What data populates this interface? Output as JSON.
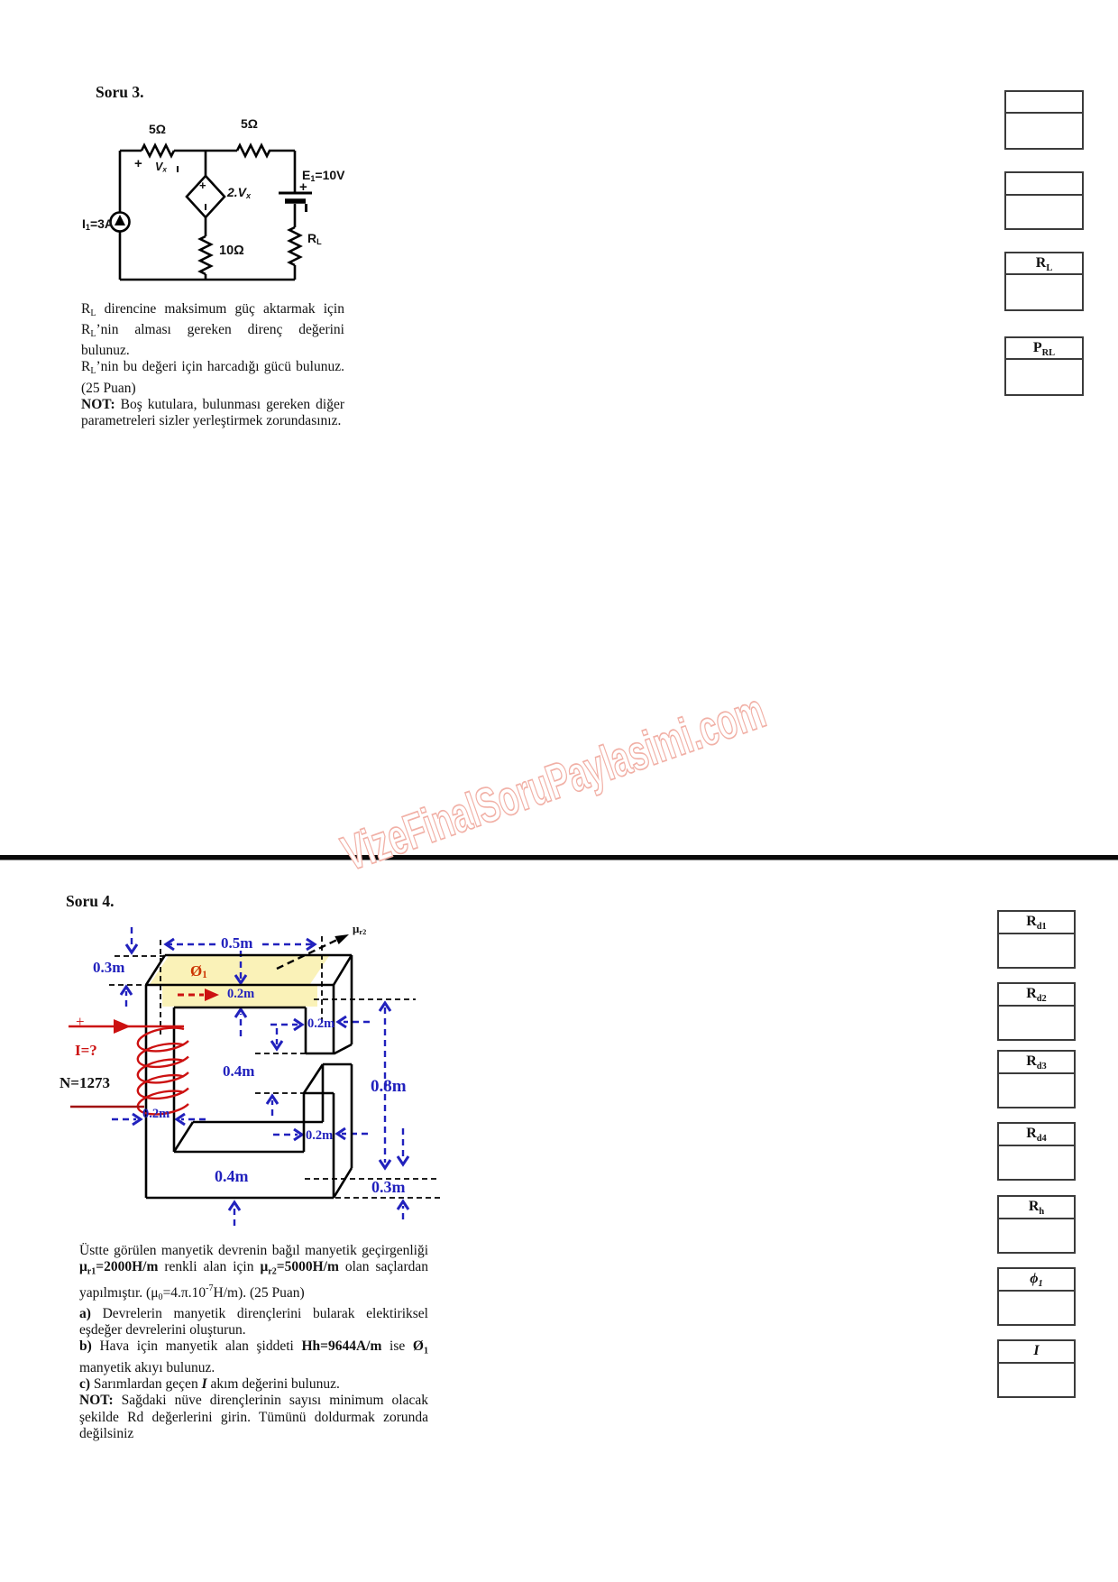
{
  "watermark": "VizeFinalSoruPaylasimi.com",
  "soru3": {
    "title": "Soru 3.",
    "circuit": {
      "r1": "5Ω",
      "r2": "5Ω",
      "vx_plus": "+",
      "vx_m": "V",
      "vx_s": "x",
      "dep_plus": "+",
      "dep_m": "2.V",
      "dep_s": "x",
      "e1_m": "E",
      "e1_s": "1",
      "e1_r": "=10V",
      "bat_plus": "+",
      "i1_m": "I",
      "i1_s": "1",
      "i1_r": "=3A",
      "r3": "10Ω",
      "rl_m": "R",
      "rl_s": "L"
    },
    "lines": [
      [
        "R",
        "L",
        " direncine maksimum güç aktarmak için"
      ],
      [
        "R",
        "L",
        "’nin alması gereken direnç değerini bulunuz."
      ],
      [
        "R",
        "L",
        "’nin bu değeri için harcadığı gücü bulunuz."
      ],
      [
        "(25 Puan)"
      ],
      [
        "NOT:",
        " Boş kutulara, bulunması gereken diğer"
      ],
      [
        "parametreleri sizler yerleştirmek zorundasınız."
      ]
    ],
    "boxes": [
      {
        "m": "",
        "s": ""
      },
      {
        "m": "",
        "s": ""
      },
      {
        "m": "R",
        "s": "L"
      },
      {
        "m": "P",
        "s": "RL"
      }
    ]
  },
  "soru4": {
    "title": "Soru 4.",
    "diagram": {
      "dim03a": "0.3m",
      "dim05": "0.5m",
      "flux_m": "Ø",
      "flux_s": "1",
      "mu_m": "μ",
      "mu_s": "r2",
      "dim02a": "0.2m",
      "dim02b": "0.2m",
      "dim02c": "0.2m",
      "dim02d": "0.2m",
      "dim04a": "0.4m",
      "dim08": "0.8m",
      "dim04b": "0.4m",
      "dim03b": "0.3m",
      "plus": "+",
      "current": "I=?",
      "turns": "N=1273"
    },
    "lines": [
      [
        "Üstte görülen manyetik devrenin bağıl manyetik geçirgenliği"
      ],
      [
        "μ",
        "r1",
        "=2000H/m",
        " renkli alan için ",
        "μ",
        "r2",
        "=5000H/m",
        " olan saçlardan"
      ],
      [
        "yapılmıştır. (μ",
        "0",
        "=4.π.10",
        "-7",
        "H/m). (25 Puan)"
      ],
      [
        "a)",
        " Devrelerin manyetik dirençlerini bularak elektiriksel"
      ],
      [
        "eşdeğer devrelerini oluşturun."
      ],
      [
        "b)",
        " Hava için manyetik alan şiddeti ",
        "Hh=9644A/m",
        " ise ",
        "Ø",
        "1"
      ],
      [
        "manyetik akıyı bulunuz."
      ],
      [
        "c)",
        " Sarımlardan geçen ",
        "I",
        " akım değerini bulunuz."
      ],
      [
        "NOT:",
        " Sağdaki nüve dirençlerinin sayısı minimum olacak"
      ],
      [
        "şekilde Rd değerlerini girin. Tümünü doldurmak zorunda"
      ],
      [
        "değilsiniz"
      ]
    ],
    "boxes": [
      {
        "m": "R",
        "s": "d1"
      },
      {
        "m": "R",
        "s": "d2"
      },
      {
        "m": "R",
        "s": "d3"
      },
      {
        "m": "R",
        "s": "d4"
      },
      {
        "m": "R",
        "s": "h"
      },
      {
        "m": "ϕ",
        "s": "1"
      },
      {
        "m": "I",
        "s": ""
      }
    ]
  }
}
